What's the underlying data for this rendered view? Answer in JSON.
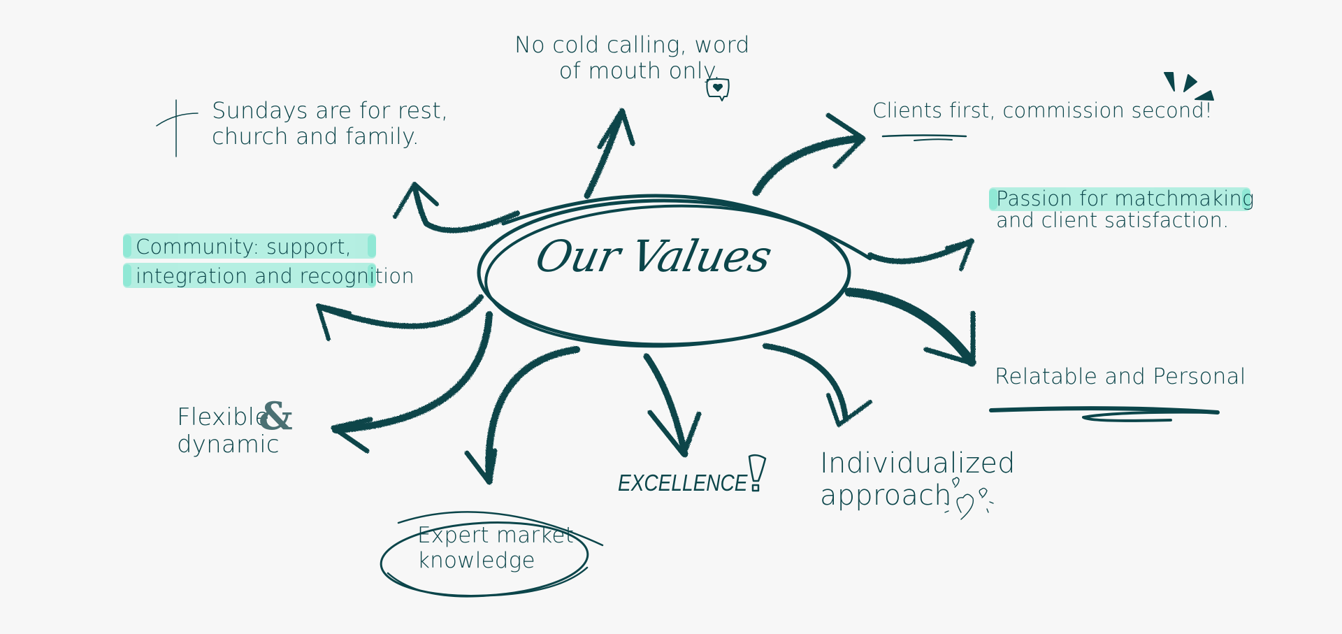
{
  "center": {
    "title": "Our Values"
  },
  "values": [
    {
      "id": "sundays",
      "lines": [
        "Sundays are for rest,",
        "church and family."
      ],
      "icon": "cross-icon"
    },
    {
      "id": "no-cold-calling",
      "lines": [
        "No cold calling, word",
        "of mouth only."
      ],
      "icon": "heart-speech-bubble-icon"
    },
    {
      "id": "clients-first",
      "lines": [
        "Clients first, commission second!"
      ],
      "icon": "burst-marks-icon"
    },
    {
      "id": "passion",
      "lines": [
        "Passion for matchmaking",
        "and client satisfaction."
      ],
      "highlighted_lines": 1
    },
    {
      "id": "community",
      "lines": [
        "Community: support,",
        "integration and recognition"
      ],
      "highlighted_lines": 2
    },
    {
      "id": "relatable",
      "lines": [
        "Relatable and Personal"
      ]
    },
    {
      "id": "flexible",
      "lines": [
        "Flexible",
        "dynamic"
      ],
      "ampersand": "&"
    },
    {
      "id": "excellence",
      "lines": [
        "EXCELLENCE"
      ],
      "icon": "exclamation-icon"
    },
    {
      "id": "individualized",
      "lines": [
        "Individualized",
        "approach"
      ],
      "icon": "hearts-icon"
    },
    {
      "id": "expert",
      "lines": [
        "Expert market",
        "knowledge"
      ],
      "icon": "circle-scribble-icon"
    }
  ],
  "colors": {
    "ink": "#0b454a",
    "highlight": "#b1eee0",
    "highlight_edge": "#8be8d4",
    "background": "#f7f7f7"
  }
}
